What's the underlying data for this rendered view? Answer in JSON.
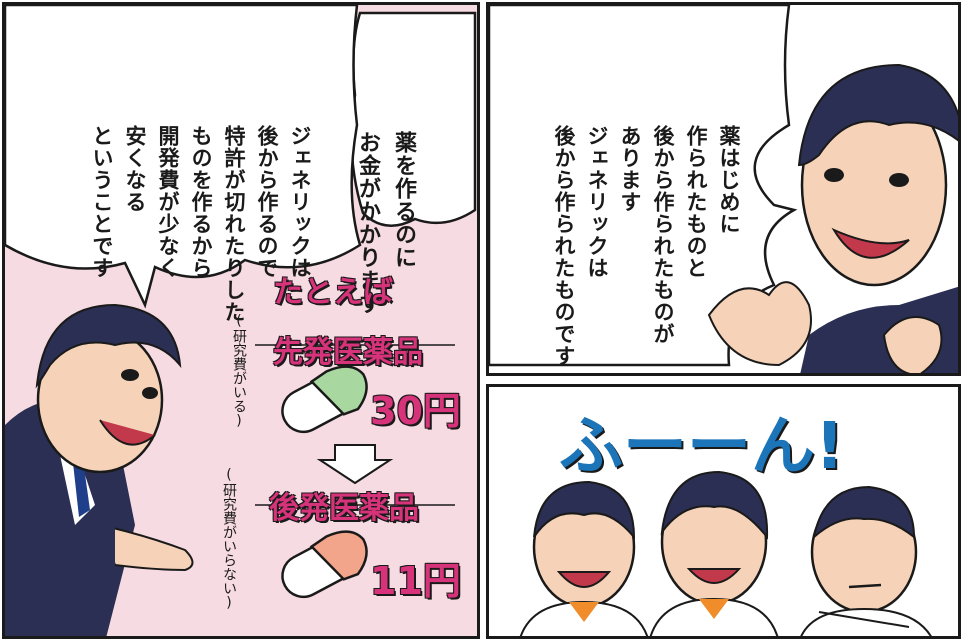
{
  "panel_left": {
    "bubble_a": {
      "lines": [
        "薬を作るのに",
        "お金がかかります"
      ]
    },
    "bubble_b": {
      "lines": [
        "ジェネリックは",
        "後から作るので",
        "特許が切れたりした",
        "ものを作るから",
        "開発費が少なく",
        "安くなる",
        "ということです"
      ]
    },
    "example_title": "たとえば",
    "brand": {
      "label": "先発医薬品",
      "note": "(研究費がいる)",
      "price": "30円"
    },
    "generic": {
      "label": "後発医薬品",
      "note": "(研究費がいらない)",
      "price": "11円"
    }
  },
  "panel_right_top": {
    "bubble": {
      "lines": [
        "薬はじめに",
        "作られたものと",
        "後から作られたものが",
        "あります",
        "ジェネリックは",
        "後から作られたものです"
      ]
    }
  },
  "panel_right_bottom": {
    "exclamation": "ふーーん!"
  },
  "colors": {
    "background_pink": "#f7dbe2",
    "accent_magenta": "#d6337a",
    "suit_navy": "#2c2f54",
    "capsule_green": "#a8d8a0",
    "capsule_orange": "#f2a58a",
    "boy_text_blue": "#1b75b8"
  }
}
